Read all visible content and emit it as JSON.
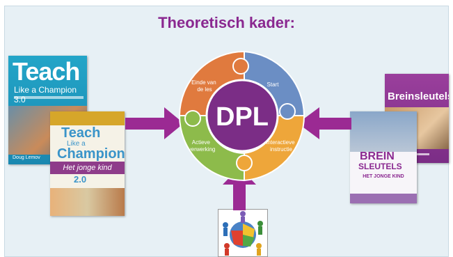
{
  "title": "Theoretisch kader:",
  "center_label": "DPL",
  "segments": {
    "top_left": "Einde van de les",
    "top_right": "Start",
    "bottom_left": "Actieve verwerking",
    "bottom_right": "Interactieve instructie"
  },
  "segment_colors": {
    "top_left": "#e07a3e",
    "top_right": "#6b8ec4",
    "bottom_left": "#8dbb4b",
    "bottom_right": "#eea63a",
    "center": "#7b2d86",
    "arrows": "#9b2a93"
  },
  "books": {
    "teach_3": {
      "title": "Teach",
      "subtitle": "Like a Champion 3.0",
      "author": "Doug Lemov"
    },
    "teach_jonge": {
      "title": "Teach",
      "like": "Like a",
      "champion": "Champion",
      "band": "Het jonge kind",
      "version": "2.0"
    },
    "brein_1": {
      "title": "Breinsleutels"
    },
    "brein_2": {
      "title1": "BREIN",
      "title2": "SLEUTELS",
      "subtitle": "HET JONGE KIND"
    }
  },
  "icons": [
    "puzzle-people-icon"
  ]
}
